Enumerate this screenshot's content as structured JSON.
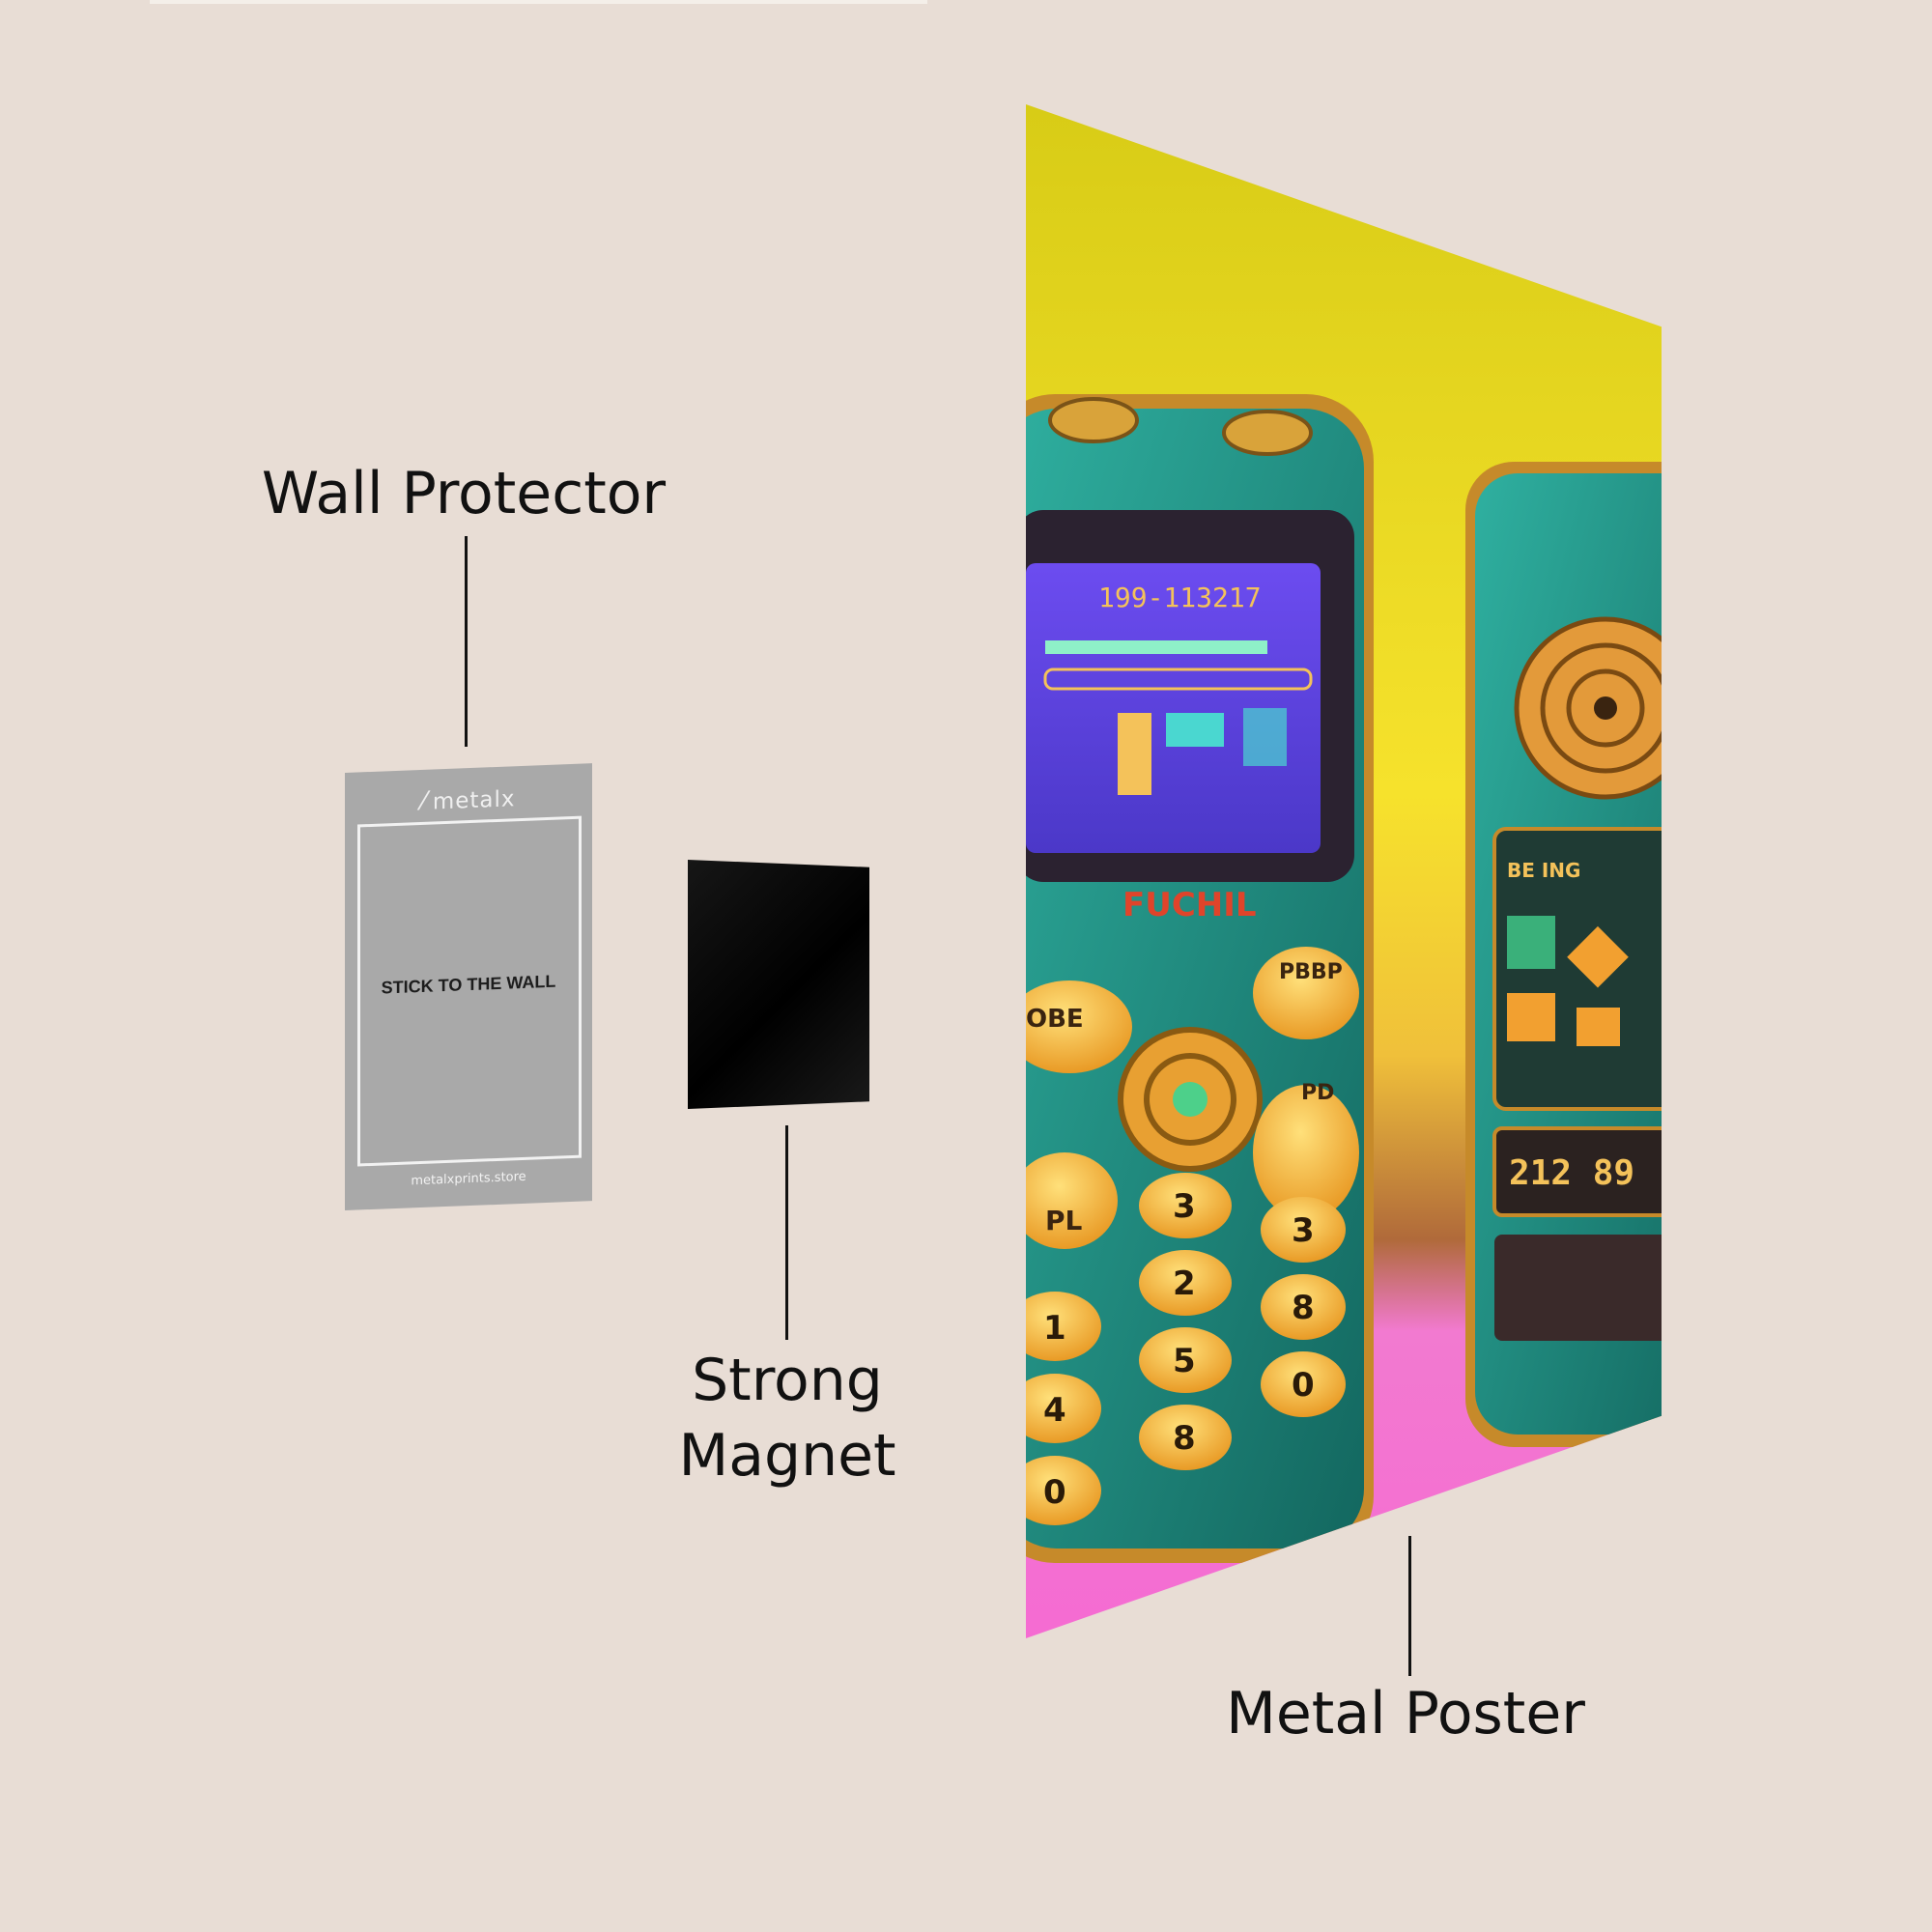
{
  "labels": {
    "wall_protector": "Wall Protector",
    "strong_magnet_line1": "Strong",
    "strong_magnet_line2": "Magnet",
    "metal_poster": "Metal Poster"
  },
  "protector": {
    "brand": "metalx",
    "instruction": "STICK TO THE WALL",
    "url": "metalxprints.store"
  },
  "poster": {
    "phone1_screen_number": "199-113217",
    "phone1_brand": "FUCHIL",
    "phone1_keys": [
      "1",
      "2",
      "3",
      "3",
      "4",
      "5",
      "8",
      "8",
      "0",
      "0"
    ],
    "phone1_softkeys": [
      "OBE",
      "PBBP",
      "PL",
      "PD"
    ],
    "phone2_display": "212 89",
    "phone2_label": "BE ING"
  },
  "colors": {
    "background": "#e8ddd5",
    "poster_yellow": "#f3e22a",
    "poster_pink": "#f57fd0",
    "phone_teal": "#1f8c80",
    "key_yellow": "#f6b73a"
  }
}
